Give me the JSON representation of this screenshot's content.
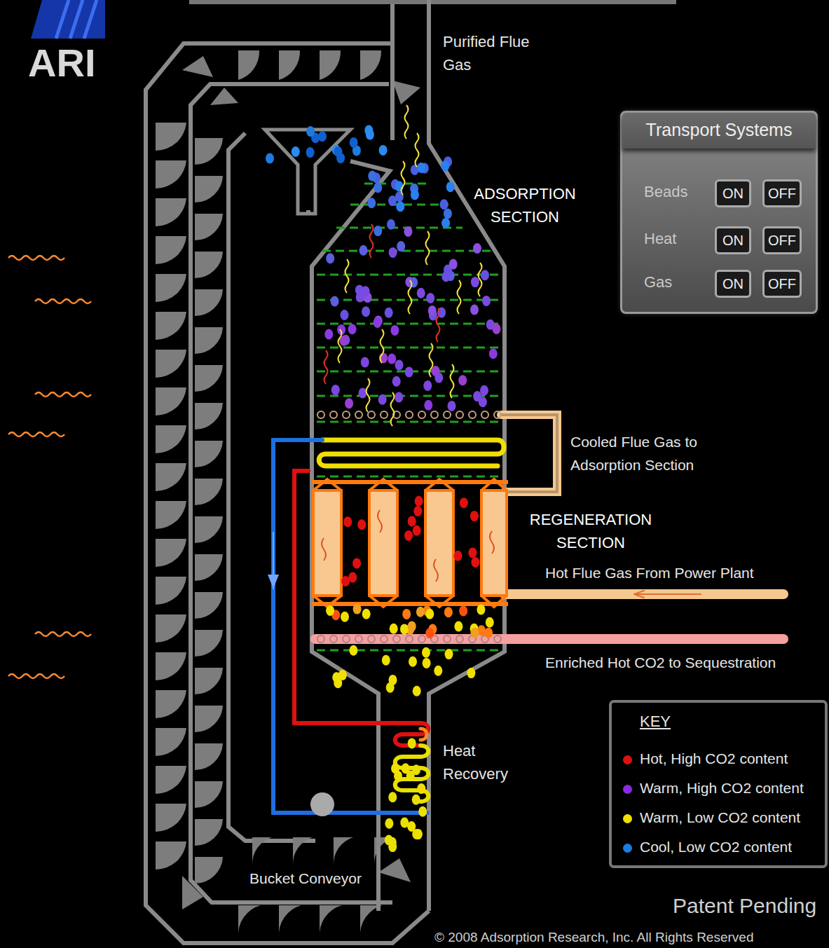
{
  "diagram": {
    "nodes": [
      {
        "text": [
          "Transport Systems"
        ]
      },
      {
        "text": [
          "ON"
        ],
        "in": 0
      },
      {
        "text": [
          "OFF"
        ],
        "in": 0
      },
      {
        "text": [
          "ON"
        ],
        "in": 0
      },
      {
        "text": [
          "OFF"
        ],
        "in": 0
      },
      {
        "text": [
          "ON"
        ],
        "in": 0
      },
      {
        "text": [
          "OFF"
        ],
        "in": 0
      }
    ],
    "labels": [
      "ARI",
      "Purified Flue Gas",
      "ADSORPTION SECTION",
      "Beads",
      "Heat",
      "Gas",
      "Cooled Flue Gas to Adsorption Section",
      "REGENERATION SECTION",
      "Hot Flue Gas From Power Plant",
      "Enriched Hot CO2 to Sequestration",
      "Heat Recovery",
      "KEY",
      "Bucket Conveyor",
      "Patent Pending",
      "© 2008 Adsorption Research, Inc.  All Rights Reserved"
    ],
    "legend": [
      {
        "text": "Hot, High CO2 content",
        "color": "#e01010"
      },
      {
        "text": "Warm, High CO2 content",
        "color": "#8a2be2"
      },
      {
        "text": "Warm, Low CO2 content",
        "color": "#f0e000"
      },
      {
        "text": "Cool, Low CO2 content",
        "color": "#1e7be0"
      }
    ]
  }
}
